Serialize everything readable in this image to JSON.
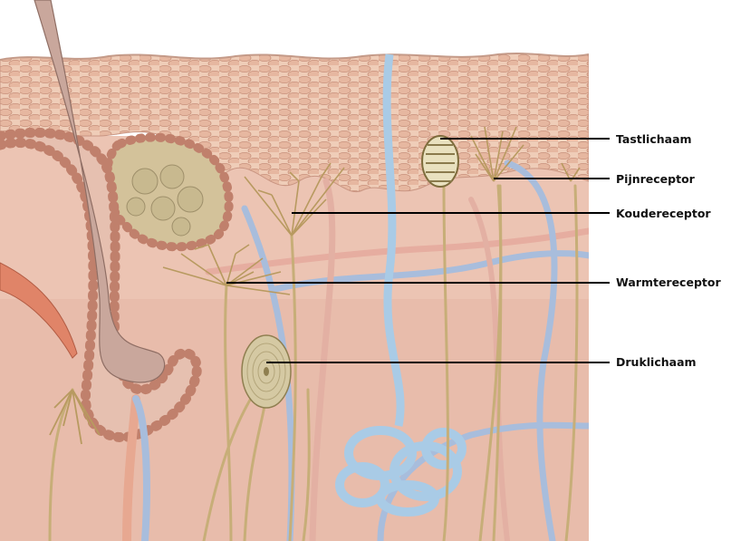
{
  "labels": {
    "tastlichaam": "Tastlichaam",
    "pijnreceptor": "Pijnreceptor",
    "koudereceptor": "Koudereceptor",
    "warmtereceptor": "Warmtereceptor",
    "druklichaam": "Druklichaam"
  },
  "colors": {
    "epidermis": "#eccab6",
    "epidermis_cell": "#e4b49c",
    "dermis": "#ecc4b4",
    "gland_cells": "#d88a72",
    "hair": "#cfaa9e",
    "nerve": "#c8b07a",
    "vessel_blue": "#a9bedf",
    "muscle": "#e08a6e"
  }
}
